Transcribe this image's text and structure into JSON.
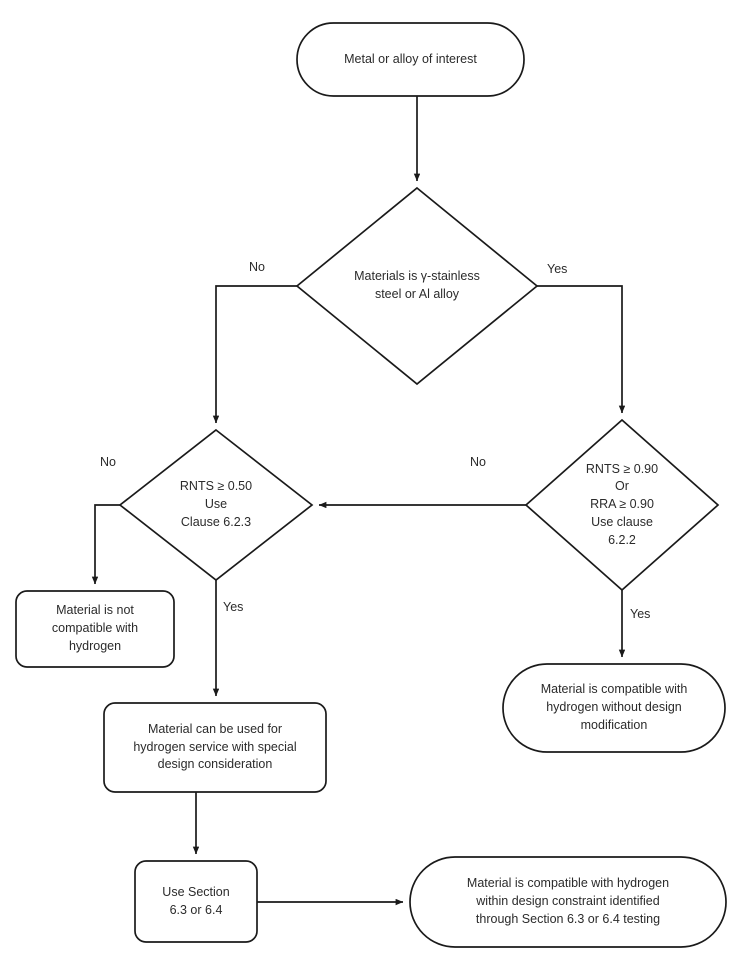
{
  "diagram": {
    "title": "Hydrogen compatibility material selection flowchart",
    "stroke_color": "#1a1a1a",
    "text_color": "#2b2b2b",
    "background_color": "#ffffff"
  },
  "nodes": {
    "start": {
      "label": "Metal or alloy of interest",
      "shape": "stadium"
    },
    "decision_material_type": {
      "label": "Materials is γ-stainless\nsteel or Al alloy",
      "shape": "diamond"
    },
    "decision_rnts_050": {
      "label": "RNTS ≥ 0.50\nUse\nClause 6.2.3",
      "shape": "diamond"
    },
    "decision_rnts_090": {
      "label": "RNTS ≥ 0.90\nOr\nRRA ≥ 0.90\nUse clause\n6.2.2",
      "shape": "diamond"
    },
    "not_compatible": {
      "label": "Material is not\ncompatible with\nhydrogen",
      "shape": "rounded-rect"
    },
    "special_design": {
      "label": "Material can be used for\nhydrogen service with special\ndesign consideration",
      "shape": "rounded-rect"
    },
    "use_section": {
      "label": "Use Section\n6.3 or 6.4",
      "shape": "rounded-rect"
    },
    "compatible_no_mod": {
      "label": "Material is compatible with\nhydrogen without design\nmodification",
      "shape": "stadium"
    },
    "compatible_with_constraint": {
      "label": "Material is compatible with hydrogen\nwithin design constraint identified\nthrough Section 6.3 or 6.4 testing",
      "shape": "stadium"
    }
  },
  "edge_labels": {
    "material_type_no": "No",
    "material_type_yes": "Yes",
    "rnts050_no": "No",
    "rnts050_yes": "Yes",
    "rnts090_no": "No",
    "rnts090_yes": "Yes"
  }
}
